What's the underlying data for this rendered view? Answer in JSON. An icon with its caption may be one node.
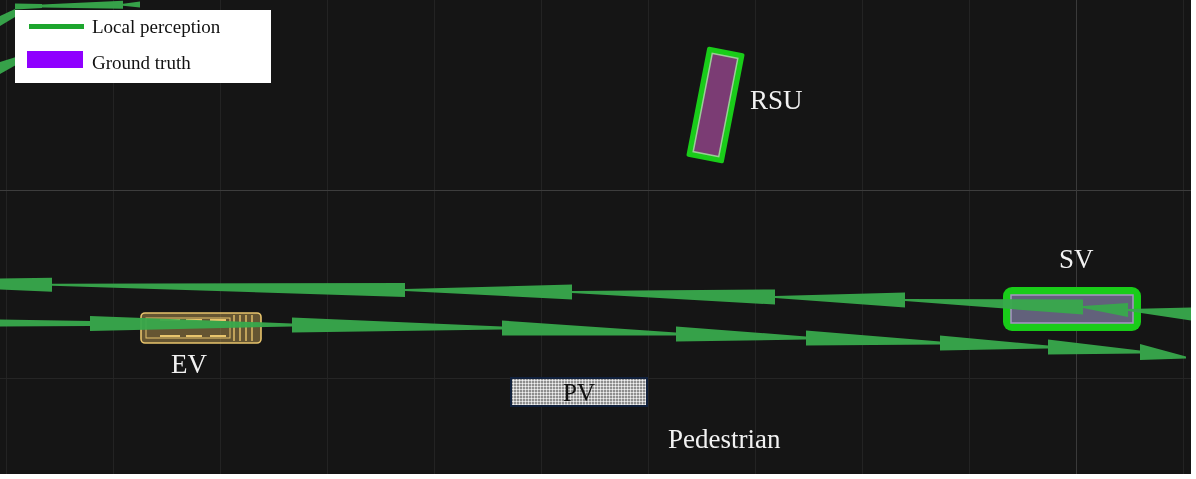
{
  "diagram": {
    "nodes": [
      {
        "text": [],
        "shape": "box",
        "beside": [
          "RSU"
        ]
      },
      {
        "text": [],
        "shape": "box",
        "beside": [
          "SV"
        ]
      },
      {
        "text": [],
        "shape": "picture",
        "beside": [
          "EV"
        ]
      },
      {
        "text": [
          "PV"
        ]
      }
    ],
    "labels": [
      "Pedestrian"
    ],
    "legend": [
      {
        "text": "Local perception"
      },
      {
        "text": "Ground truth",
        "color": "#8f00ff"
      }
    ]
  }
}
